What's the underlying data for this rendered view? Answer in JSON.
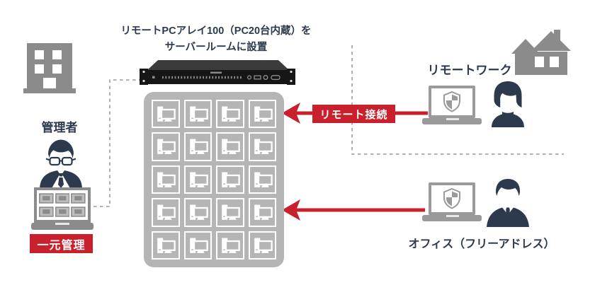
{
  "colors": {
    "navy": "#2d3a4d",
    "icon_gray": "#8b8b8b",
    "laptop_gray": "#9a9a9a",
    "array_gray": "#b5b5b5",
    "red": "#c8202c",
    "dash_gray": "#9a9a9a",
    "rack_black": "#161616",
    "white": "#ffffff"
  },
  "header": {
    "title_line1": "リモートPCアレイ100（PC20台内蔵）を",
    "title_line2": "サーバールームに設置"
  },
  "admin": {
    "label": "管理者",
    "badge": "一元管理",
    "icons": [
      "office-building-icon",
      "admin-person-icon",
      "management-console-laptop-icon"
    ],
    "screen_pc_count": 6
  },
  "pc_array": {
    "pc_count": 20,
    "columns": 4,
    "rows": 5,
    "pc_icon": "desktop-pc-icon",
    "rack_icon": "rack-server-icon"
  },
  "remote_work": {
    "label": "リモートワーク",
    "icons": [
      "house-icon",
      "secure-laptop-icon",
      "security-shield-icon",
      "female-worker-icon"
    ]
  },
  "office": {
    "label": "オフィス（フリーアドレス）",
    "icons": [
      "secure-laptop-icon",
      "security-shield-icon",
      "male-worker-icon"
    ]
  },
  "connections": {
    "remote_connection_label": "リモート接続",
    "arrows": [
      "remote-connection-arrow",
      "office-connection-arrow"
    ],
    "dashed_links": [
      "admin-console-dashed-connector",
      "remote-zone-dashed-boundary"
    ]
  }
}
